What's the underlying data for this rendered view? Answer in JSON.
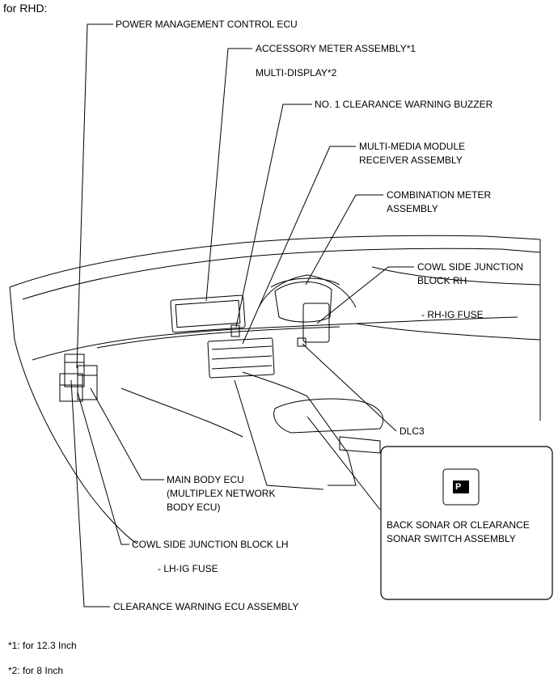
{
  "heading": "for RHD:",
  "labels": {
    "power_mgmt_ecu": "POWER MANAGEMENT CONTROL ECU",
    "accessory_meter": "ACCESSORY METER ASSEMBLY*1",
    "multi_display": "MULTI-DISPLAY*2",
    "clearance_buzzer": "NO. 1 CLEARANCE WARNING BUZZER",
    "multimedia_module_line1": "MULTI-MEDIA MODULE",
    "multimedia_module_line2": "RECEIVER ASSEMBLY",
    "combination_meter_line1": "COMBINATION METER",
    "combination_meter_line2": "ASSEMBLY",
    "cowl_rh_line1": "COWL SIDE JUNCTION",
    "cowl_rh_line2": "BLOCK RH",
    "rh_ig_fuse": "- RH-IG FUSE",
    "dlc3": "DLC3",
    "sonar_switch_line1": "BACK SONAR OR CLEARANCE",
    "sonar_switch_line2": "SONAR SWITCH ASSEMBLY",
    "main_body_ecu_line1": "MAIN BODY ECU",
    "main_body_ecu_line2": "(MULTIPLEX NETWORK",
    "main_body_ecu_line3": "BODY ECU)",
    "cowl_lh": "COWL SIDE JUNCTION BLOCK LH",
    "lh_ig_fuse": "- LH-IG FUSE",
    "clearance_ecu": "CLEARANCE WARNING ECU ASSEMBLY",
    "switch_glyph": "P"
  },
  "footnotes": {
    "note1": "*1: for 12.3 Inch",
    "note2": "*2: for 8 Inch"
  }
}
